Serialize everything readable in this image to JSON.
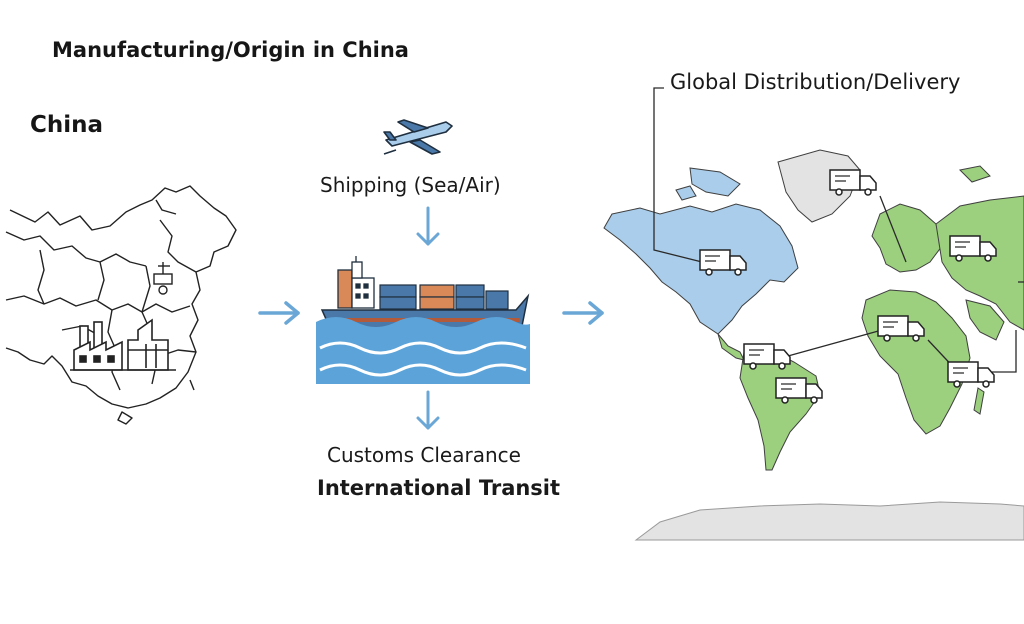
{
  "diagram": {
    "title": "Manufacturing/Origin in China",
    "origin_label": "China",
    "shipping_label": "Shipping (Sea/Air)",
    "customs_label": "Customs Clearance",
    "transit_label": "International Transit",
    "distribution_label": "Global Distribution/Delivery"
  },
  "colors": {
    "arrow": "#6aa7d6",
    "north_america": "#a9cdea",
    "other_continents": "#9ccf7e",
    "greenland_antarctica": "#e3e3e3",
    "ship_hull": "#4a78a8",
    "sea": "#5ba3d8",
    "container_orange": "#d98857",
    "container_blue": "#4a78a8"
  },
  "icons": [
    "factory-icon",
    "airplane-icon",
    "cargo-ship-icon",
    "delivery-truck-icon",
    "arrow-right-icon",
    "arrow-down-icon",
    "world-map",
    "china-map"
  ]
}
